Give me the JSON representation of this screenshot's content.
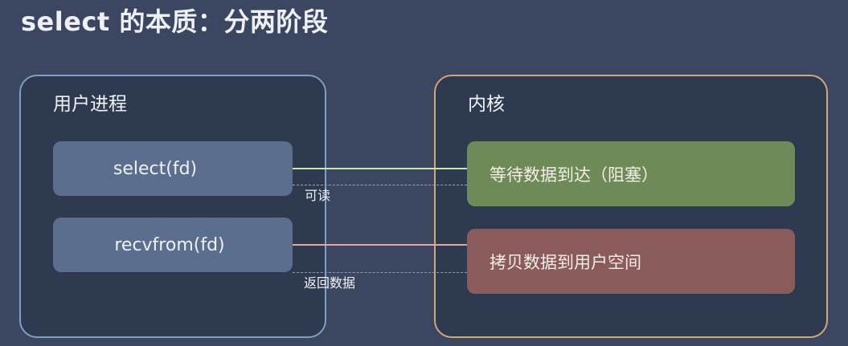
{
  "title": "select 的本质：分两阶段",
  "user_panel": {
    "title": "用户进程",
    "calls": [
      {
        "label": "select(fd)"
      },
      {
        "label": "recvfrom(fd)"
      }
    ]
  },
  "kernel_panel": {
    "title": "内核",
    "steps": [
      {
        "label": "等待数据到达（阻塞）"
      },
      {
        "label": "拷贝数据到用户空间"
      }
    ]
  },
  "connections": [
    {
      "label": "可读"
    },
    {
      "label": "返回数据"
    }
  ],
  "colors": {
    "background": "#3b4660",
    "user_border": "#7f9fc4",
    "kernel_border": "#d2a676",
    "wait_box": "#6e8a58",
    "copy_box": "#8b5b5b",
    "select_line": "#c7e7a8",
    "recv_line": "#e4a7a4"
  }
}
